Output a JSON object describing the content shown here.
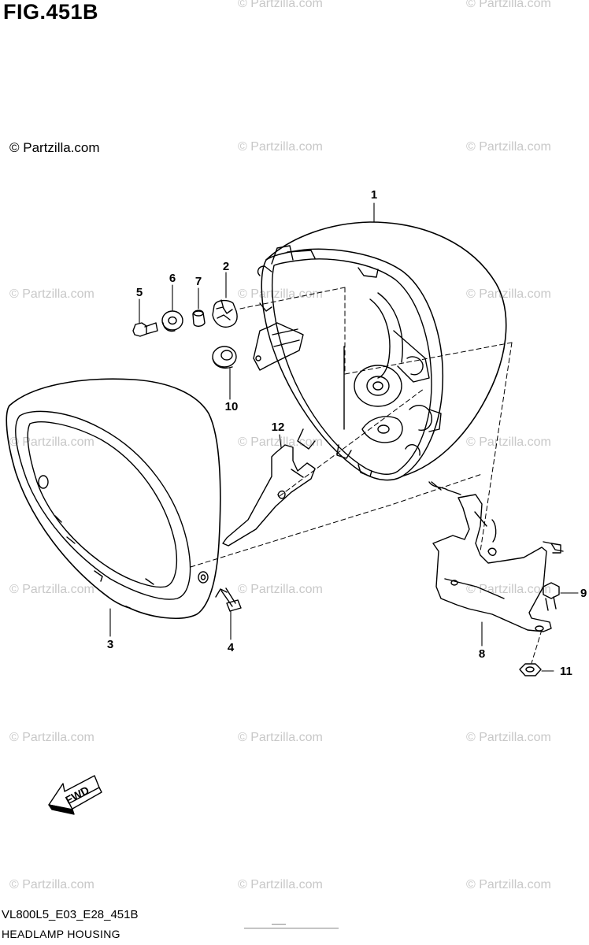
{
  "figure": {
    "title": "FIG.451B",
    "code": "VL800L5_E03_E28_451B",
    "name": "HEADLAMP HOUSING"
  },
  "watermark": {
    "main": "© Partzilla.com",
    "repeat": "© Partzilla.com"
  },
  "callouts": {
    "c1": "1",
    "c2": "2",
    "c3": "3",
    "c4": "4",
    "c5": "5",
    "c6": "6",
    "c7": "7",
    "c8": "8",
    "c9": "9",
    "c10": "10",
    "c11": "11",
    "c12": "12"
  },
  "direction_arrow": {
    "label": "FWD"
  },
  "colors": {
    "line": "#000000",
    "watermark": "#c8c8c8",
    "background": "#ffffff"
  }
}
